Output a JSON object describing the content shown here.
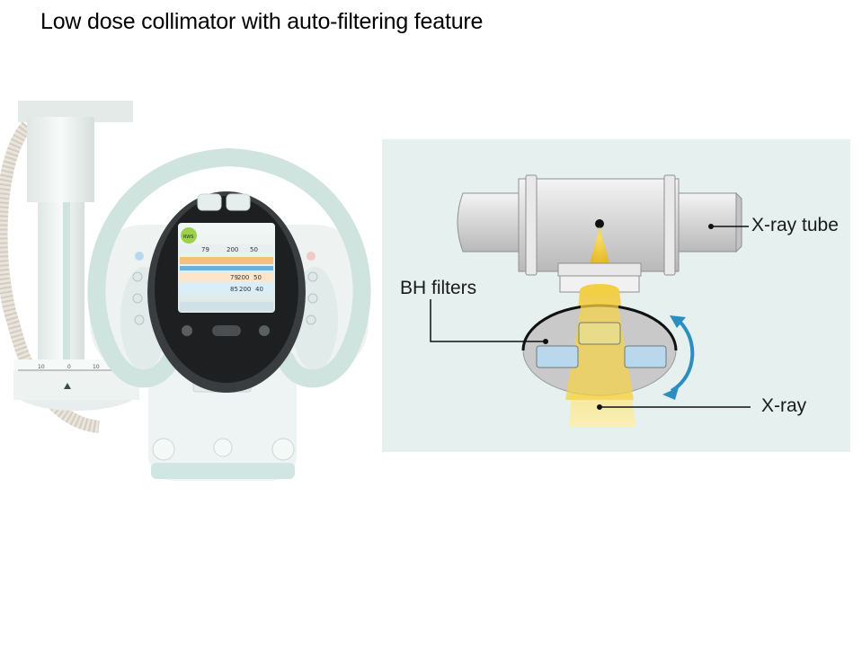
{
  "slide": {
    "title": "Low dose collimator with auto-filtering feature"
  },
  "device_photo": {
    "screen_readouts": [
      "79",
      "200",
      "50",
      "79",
      "200",
      "50",
      "85",
      "200",
      "40"
    ],
    "screen_badge": "RWS",
    "scale_marks": [
      "10",
      "0",
      "10"
    ]
  },
  "diagram": {
    "labels": {
      "xray_tube": "X-ray tube",
      "bh_filters": "BH filters",
      "xray": "X-ray"
    },
    "colors": {
      "panel_bg": "#e5f0ef",
      "beam": "#f3d34a",
      "filter": "#b9d8ee",
      "active_filter": "#e8dc8a",
      "arrow": "#2a8fc0"
    }
  }
}
